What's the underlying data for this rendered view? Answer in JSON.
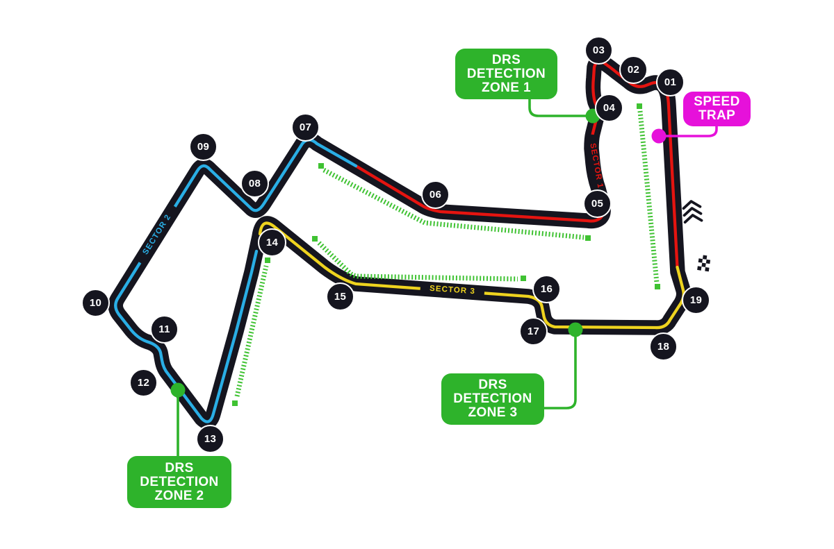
{
  "canvas": {
    "background": "#ffffff"
  },
  "colors": {
    "track_dark": "#15151f",
    "sector1_red": "#e51410",
    "sector2_cyan": "#2aaee5",
    "sector3_yellow": "#eed31f",
    "drs_zone_dotted_green": "#3fc232",
    "detection_green": "#2eb32b",
    "speed_trap_magenta": "#e611da",
    "label_text_white": "#ffffff"
  },
  "icons": {
    "direction": "chevrons-up-icon",
    "start_finish": "checkered-flag-icon",
    "drs_detection_point": "green-dot",
    "speed_trap_point": "magenta-dot"
  },
  "sectors": [
    {
      "label": "SECTOR 1"
    },
    {
      "label": "SECTOR 2"
    },
    {
      "label": "SECTOR 3"
    }
  ],
  "callouts": {
    "drs_zone_1": {
      "lines": [
        "DRS",
        "DETECTION",
        "ZONE 1"
      ]
    },
    "drs_zone_2": {
      "lines": [
        "DRS",
        "DETECTION",
        "ZONE 2"
      ]
    },
    "drs_zone_3": {
      "lines": [
        "DRS",
        "DETECTION",
        "ZONE 3"
      ]
    },
    "speed_trap": {
      "lines": [
        "SPEED",
        "TRAP"
      ]
    }
  },
  "turns": [
    {
      "label": "01"
    },
    {
      "label": "02"
    },
    {
      "label": "03"
    },
    {
      "label": "04"
    },
    {
      "label": "05"
    },
    {
      "label": "06"
    },
    {
      "label": "07"
    },
    {
      "label": "08"
    },
    {
      "label": "09"
    },
    {
      "label": "10"
    },
    {
      "label": "11"
    },
    {
      "label": "12"
    },
    {
      "label": "13"
    },
    {
      "label": "14"
    },
    {
      "label": "15"
    },
    {
      "label": "16"
    },
    {
      "label": "17"
    },
    {
      "label": "18"
    },
    {
      "label": "19"
    }
  ]
}
